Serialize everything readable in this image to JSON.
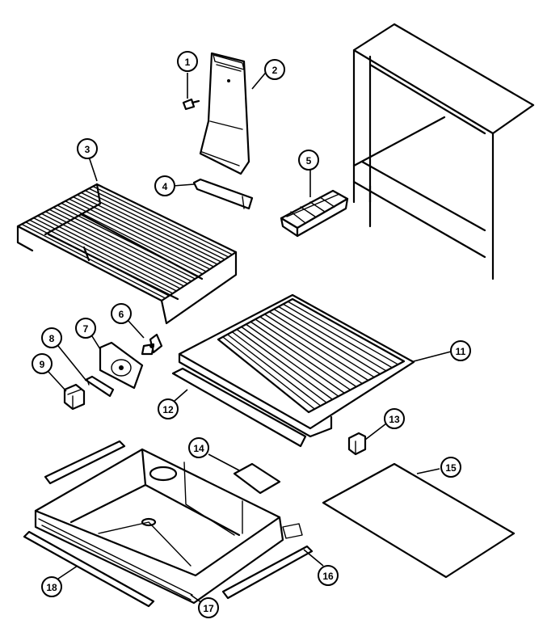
{
  "diagram": {
    "callouts": [
      "1",
      "2",
      "3",
      "4",
      "5",
      "6",
      "7",
      "8",
      "9",
      "11",
      "12",
      "13",
      "14",
      "15",
      "16",
      "17",
      "18"
    ]
  }
}
